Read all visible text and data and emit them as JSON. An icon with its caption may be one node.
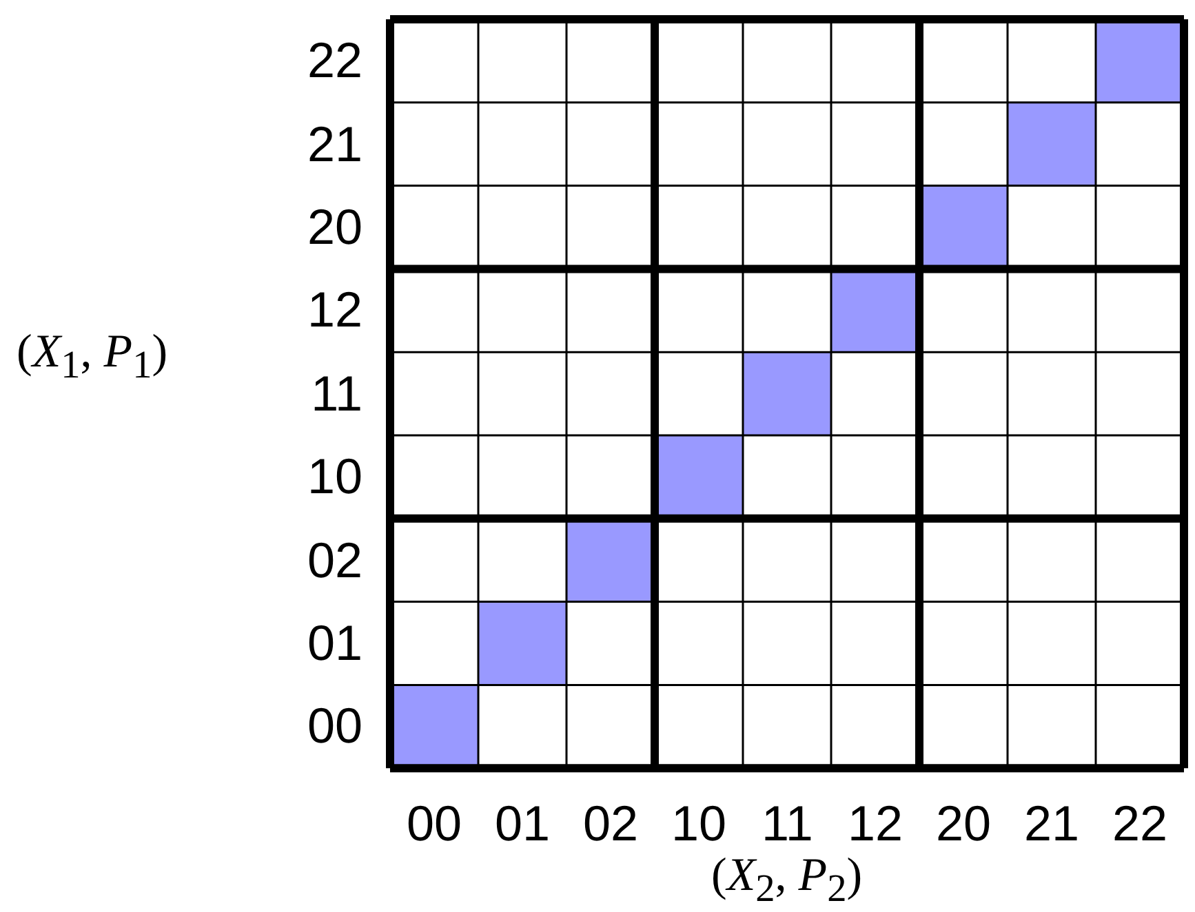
{
  "diagram": {
    "labels": [
      "22",
      "21",
      "20",
      "12",
      "(*X*$_{1}$, *P*$_{1}$)",
      "11",
      "10",
      "02",
      "01",
      "00",
      "00",
      "01",
      "02",
      "10",
      "11",
      "12",
      "20",
      "21",
      "22",
      "(*X*$_{2}$, *P*$_{2}$)"
    ]
  }
}
